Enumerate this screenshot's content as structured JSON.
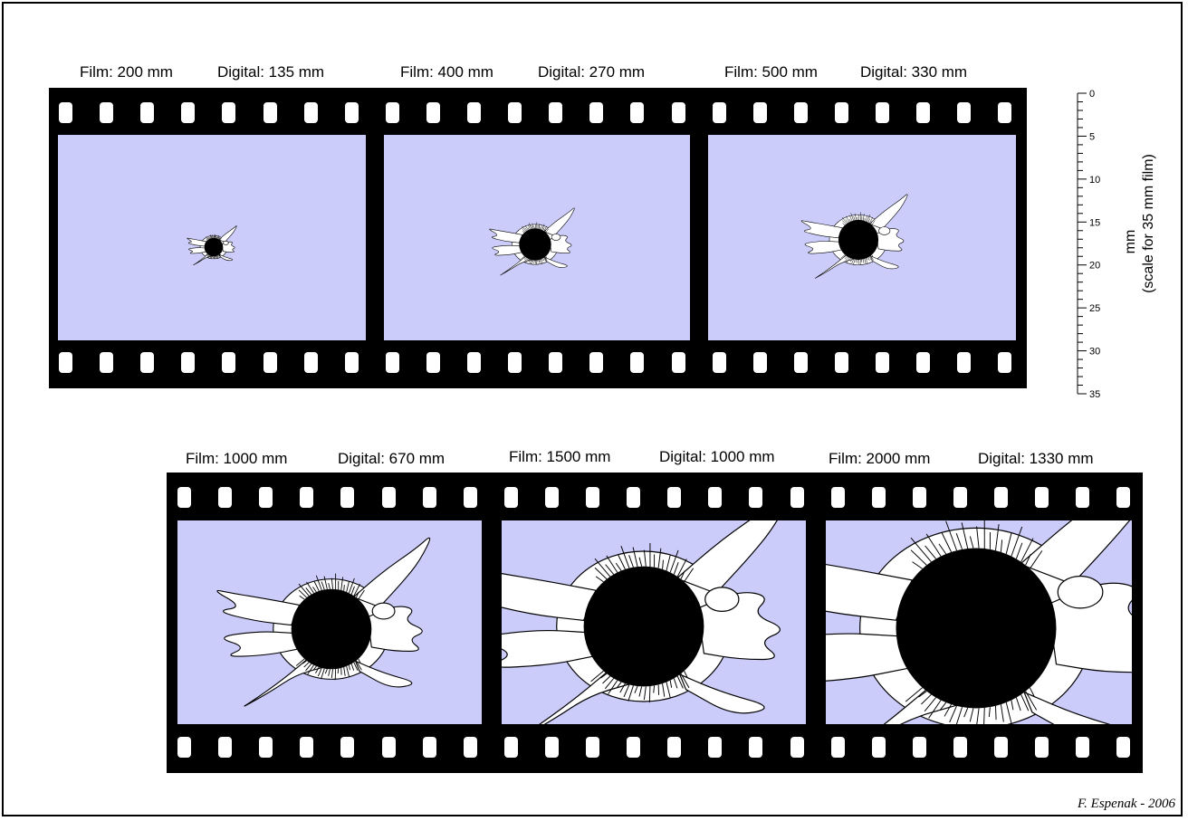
{
  "colors": {
    "frame_background": "#ccccfa",
    "film": "#000000",
    "corona": "#ffffff",
    "moon": "#000000"
  },
  "top_strip": {
    "frames": [
      {
        "film_label": "Film: 200 mm",
        "digital_label": "Digital: 135 mm",
        "film_focal_mm": 200,
        "digital_focal_mm": 135
      },
      {
        "film_label": "Film: 400 mm",
        "digital_label": "Digital: 270 mm",
        "film_focal_mm": 400,
        "digital_focal_mm": 270
      },
      {
        "film_label": "Film: 500 mm",
        "digital_label": "Digital: 330 mm",
        "film_focal_mm": 500,
        "digital_focal_mm": 330
      }
    ]
  },
  "bottom_strip": {
    "frames": [
      {
        "film_label": "Film: 1000 mm",
        "digital_label": "Digital: 670 mm",
        "film_focal_mm": 1000,
        "digital_focal_mm": 670
      },
      {
        "film_label": "Film: 1500 mm",
        "digital_label": "Digital: 1000 mm",
        "film_focal_mm": 1500,
        "digital_focal_mm": 1000
      },
      {
        "film_label": "Film: 2000 mm",
        "digital_label": "Digital: 1330 mm",
        "film_focal_mm": 2000,
        "digital_focal_mm": 1330
      }
    ]
  },
  "scale": {
    "tick_labels": [
      "0",
      "5",
      "10",
      "15",
      "20",
      "25",
      "30",
      "35"
    ],
    "unit_label": "mm",
    "note": "(scale for 35 mm film)"
  },
  "credit": "F. Espenak - 2006"
}
